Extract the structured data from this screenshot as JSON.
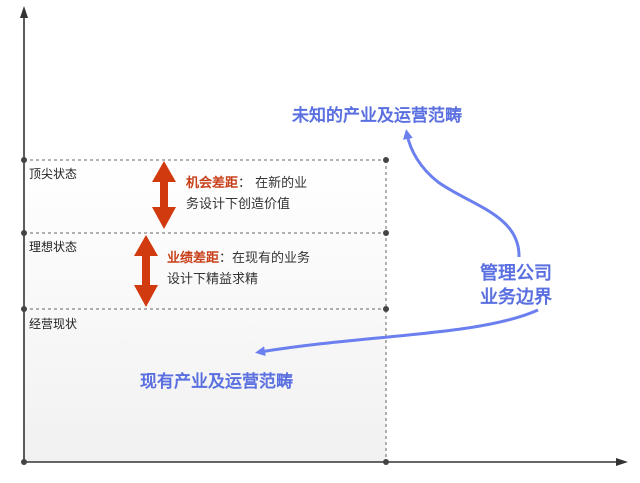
{
  "states": {
    "top": "顶尖状态",
    "ideal": "理想状态",
    "current": "经营现状"
  },
  "gaps": {
    "opportunity": {
      "title": "机会差距",
      "sep": "：",
      "text_line1": "在新的业",
      "text_line2": "务设计下创造价值"
    },
    "performance": {
      "title": "业绩差距",
      "sep": "：",
      "text_line1": "在现有的业务",
      "text_line2": "设计下精益求精"
    }
  },
  "scopes": {
    "unknown": "未知的产业及运营范畴",
    "existing": "现有产业及运营范畴",
    "boundary_line1": "管理公司",
    "boundary_line2": "业务边界"
  },
  "colors": {
    "accent_red": "#d13a0f",
    "text_red": "#c8401a",
    "blue": "#5a6fe0",
    "axis": "#333333",
    "dashed": "#666666"
  }
}
